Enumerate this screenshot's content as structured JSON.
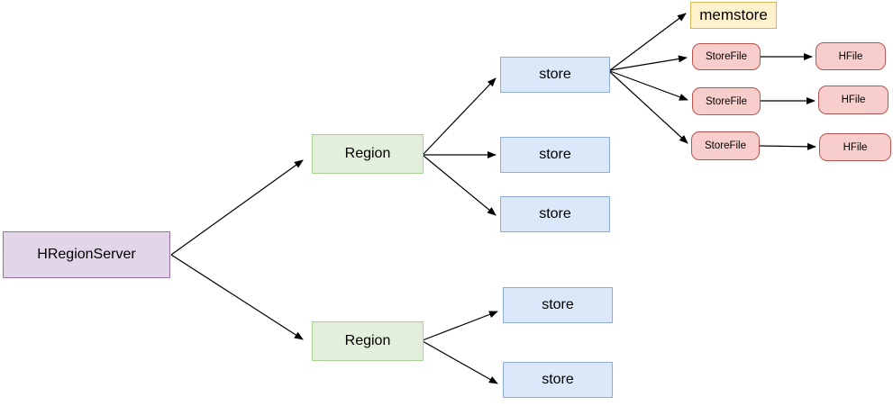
{
  "diagram": {
    "description": "HBase HRegionServer storage hierarchy diagram",
    "background_color": "#ffffff",
    "edge_color": "#000000",
    "nodes": {
      "hregionserver": {
        "label": "HRegionServer",
        "fill": "#e1d5e7",
        "stroke": "#9673a6",
        "shape": "rect"
      },
      "region_top": {
        "label": "Region",
        "fill": "#e2efda",
        "stroke": "#a9d08e",
        "shape": "rect"
      },
      "region_bottom": {
        "label": "Region",
        "fill": "#e2efda",
        "stroke": "#a9d08e",
        "shape": "rect"
      },
      "store_1": {
        "label": "store",
        "fill": "#dbe8f9",
        "stroke": "#8faadc",
        "shape": "rect"
      },
      "store_2": {
        "label": "store",
        "fill": "#dbe8f9",
        "stroke": "#8faadc",
        "shape": "rect"
      },
      "store_3": {
        "label": "store",
        "fill": "#dbe8f9",
        "stroke": "#8faadc",
        "shape": "rect"
      },
      "store_4": {
        "label": "store",
        "fill": "#dbe8f9",
        "stroke": "#8faadc",
        "shape": "rect"
      },
      "store_5": {
        "label": "store",
        "fill": "#dbe8f9",
        "stroke": "#8faadc",
        "shape": "rect"
      },
      "memstore": {
        "label": "memstore",
        "fill": "#fff2cc",
        "stroke": "#d6b656",
        "shape": "rect"
      },
      "storefile_1": {
        "label": "StoreFile",
        "fill": "#f8cecc",
        "stroke": "#b85450",
        "shape": "rounded-rect"
      },
      "storefile_2": {
        "label": "StoreFile",
        "fill": "#f8cecc",
        "stroke": "#b85450",
        "shape": "rounded-rect"
      },
      "storefile_3": {
        "label": "StoreFile",
        "fill": "#f8cecc",
        "stroke": "#b85450",
        "shape": "rounded-rect"
      },
      "hfile_1": {
        "label": "HFile",
        "fill": "#f8cecc",
        "stroke": "#b85450",
        "shape": "rounded-rect"
      },
      "hfile_2": {
        "label": "HFile",
        "fill": "#f8cecc",
        "stroke": "#b85450",
        "shape": "rounded-rect"
      },
      "hfile_3": {
        "label": "HFile",
        "fill": "#f8cecc",
        "stroke": "#b85450",
        "shape": "rounded-rect"
      }
    },
    "edges": [
      {
        "from": "hregionserver",
        "to": "region_top"
      },
      {
        "from": "hregionserver",
        "to": "region_bottom"
      },
      {
        "from": "region_top",
        "to": "store_1"
      },
      {
        "from": "region_top",
        "to": "store_2"
      },
      {
        "from": "region_top",
        "to": "store_3"
      },
      {
        "from": "region_bottom",
        "to": "store_4"
      },
      {
        "from": "region_bottom",
        "to": "store_5"
      },
      {
        "from": "store_1",
        "to": "memstore"
      },
      {
        "from": "store_1",
        "to": "storefile_1"
      },
      {
        "from": "store_1",
        "to": "storefile_2"
      },
      {
        "from": "store_1",
        "to": "storefile_3"
      },
      {
        "from": "storefile_1",
        "to": "hfile_1"
      },
      {
        "from": "storefile_2",
        "to": "hfile_2"
      },
      {
        "from": "storefile_3",
        "to": "hfile_3"
      }
    ]
  }
}
